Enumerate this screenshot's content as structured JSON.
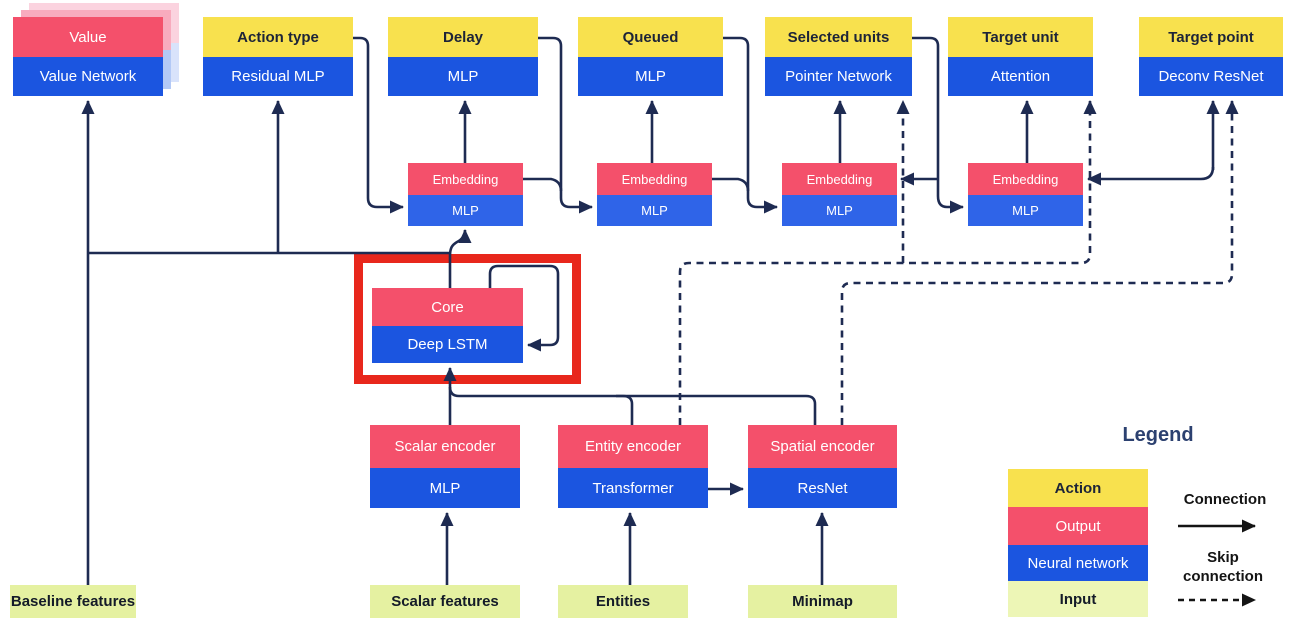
{
  "heads": [
    {
      "label": "Value",
      "sublabel": "Value Network",
      "category": "output",
      "stacked": true
    },
    {
      "label": "Action type",
      "sublabel": "Residual MLP",
      "category": "action"
    },
    {
      "label": "Delay",
      "sublabel": "MLP",
      "category": "action"
    },
    {
      "label": "Queued",
      "sublabel": "MLP",
      "category": "action"
    },
    {
      "label": "Selected units",
      "sublabel": "Pointer Network",
      "category": "action"
    },
    {
      "label": "Target unit",
      "sublabel": "Attention",
      "category": "action"
    },
    {
      "label": "Target point",
      "sublabel": "Deconv ResNet",
      "category": "action"
    }
  ],
  "embeddings": [
    {
      "label": "Embedding",
      "sublabel": "MLP"
    },
    {
      "label": "Embedding",
      "sublabel": "MLP"
    },
    {
      "label": "Embedding",
      "sublabel": "MLP"
    },
    {
      "label": "Embedding",
      "sublabel": "MLP"
    }
  ],
  "core": {
    "label": "Core",
    "sublabel": "Deep LSTM",
    "highlighted": true
  },
  "encoders": [
    {
      "label": "Scalar encoder",
      "sublabel": "MLP"
    },
    {
      "label": "Entity encoder",
      "sublabel": "Transformer"
    },
    {
      "label": "Spatial encoder",
      "sublabel": "ResNet"
    }
  ],
  "inputs": [
    "Baseline features",
    "Scalar features",
    "Entities",
    "Minimap"
  ],
  "legend": {
    "title": "Legend",
    "items": [
      {
        "label": "Action",
        "type": "action"
      },
      {
        "label": "Output",
        "type": "output"
      },
      {
        "label": "Neural network",
        "type": "network"
      },
      {
        "label": "Input",
        "type": "input"
      }
    ],
    "connection_label": "Connection",
    "skip_connection_label": "Skip connection"
  },
  "colors": {
    "yellow": "#F8E14E",
    "pink": "#F4506B",
    "blue": "#1B55E0",
    "mlp_blue": "#2F64E8",
    "input_green": "#E5F1A1",
    "legend_green": "#EDF6B6",
    "line_navy": "#1E2B52",
    "highlight_red": "#E8271C",
    "dark_text": "#1D2438",
    "legend_title": "#2C4170"
  }
}
